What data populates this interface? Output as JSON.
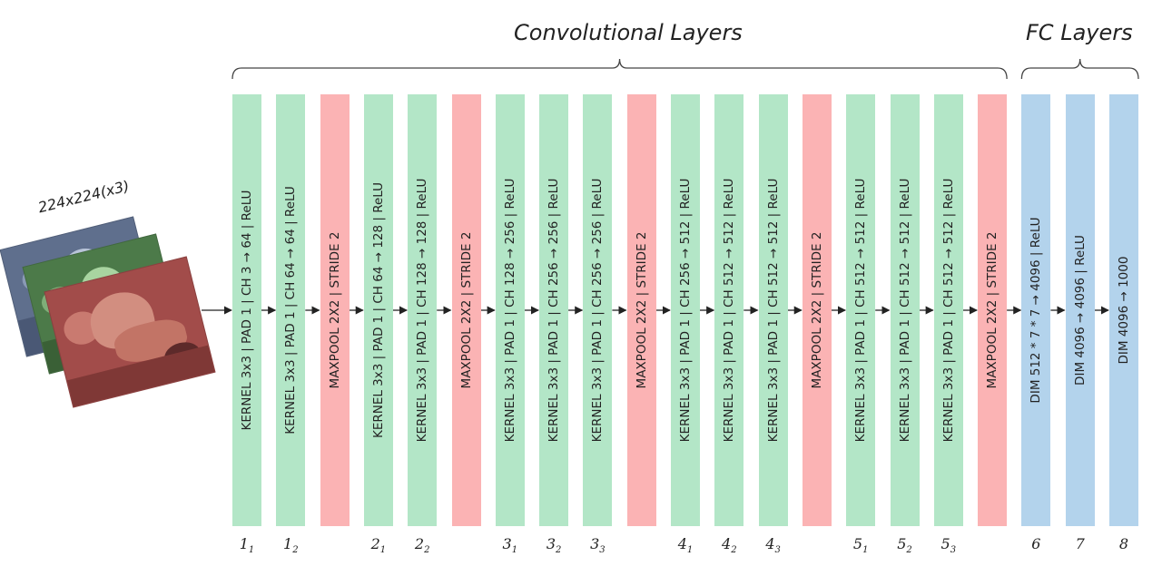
{
  "input": {
    "label": "224x224(x3)"
  },
  "groups": {
    "conv": "Convolutional Layers",
    "fc": "FC Layers"
  },
  "colors": {
    "conv": "#b3e6c7",
    "pool": "#fbb3b4",
    "fc": "#b3d3ec",
    "line": "#333333"
  },
  "layers": [
    {
      "type": "conv",
      "text": "KERNEL 3x3 | PAD 1 | CH  3 → 64 | ReLU",
      "index": "1",
      "sub": "1"
    },
    {
      "type": "conv",
      "text": "KERNEL 3x3 | PAD 1 | CH  64 → 64 | ReLU",
      "index": "1",
      "sub": "2"
    },
    {
      "type": "pool",
      "text": "MAXPOOL 2X2 | STRIDE 2",
      "index": "",
      "sub": ""
    },
    {
      "type": "conv",
      "text": "KERNEL 3x3 | PAD 1 | CH  64 → 128 | ReLU",
      "index": "2",
      "sub": "1"
    },
    {
      "type": "conv",
      "text": "KERNEL 3x3 | PAD 1 | CH  128 → 128 | ReLU",
      "index": "2",
      "sub": "2"
    },
    {
      "type": "pool",
      "text": "MAXPOOL 2X2 | STRIDE 2",
      "index": "",
      "sub": ""
    },
    {
      "type": "conv",
      "text": "KERNEL 3x3 | PAD 1 | CH  128 → 256 | ReLU",
      "index": "3",
      "sub": "1"
    },
    {
      "type": "conv",
      "text": "KERNEL 3x3 | PAD 1 | CH  256 → 256 | ReLU",
      "index": "3",
      "sub": "2"
    },
    {
      "type": "conv",
      "text": "KERNEL 3x3 | PAD 1 | CH  256 → 256 | ReLU",
      "index": "3",
      "sub": "3"
    },
    {
      "type": "pool",
      "text": "MAXPOOL 2X2 | STRIDE 2",
      "index": "",
      "sub": ""
    },
    {
      "type": "conv",
      "text": "KERNEL 3x3 | PAD 1 | CH  256 → 512 | ReLU",
      "index": "4",
      "sub": "1"
    },
    {
      "type": "conv",
      "text": "KERNEL 3x3 | PAD 1 | CH  512 → 512 | ReLU",
      "index": "4",
      "sub": "2"
    },
    {
      "type": "conv",
      "text": "KERNEL 3x3 | PAD 1 | CH  512 → 512 | ReLU",
      "index": "4",
      "sub": "3"
    },
    {
      "type": "pool",
      "text": "MAXPOOL 2X2 | STRIDE 2",
      "index": "",
      "sub": ""
    },
    {
      "type": "conv",
      "text": "KERNEL 3x3 | PAD 1 | CH  512 → 512 | ReLU",
      "index": "5",
      "sub": "1"
    },
    {
      "type": "conv",
      "text": "KERNEL 3x3 | PAD 1 | CH  512 → 512 | ReLU",
      "index": "5",
      "sub": "2"
    },
    {
      "type": "conv",
      "text": "KERNEL 3x3 | PAD 1 | CH  512 → 512 | ReLU",
      "index": "5",
      "sub": "3"
    },
    {
      "type": "pool",
      "text": "MAXPOOL 2X2 | STRIDE 2",
      "index": "",
      "sub": ""
    },
    {
      "type": "fc",
      "text": "DIM 512 * 7 * 7 → 4096 | ReLU",
      "index": "6",
      "sub": ""
    },
    {
      "type": "fc",
      "text": "DIM 4096 → 4096 | ReLU",
      "index": "7",
      "sub": ""
    },
    {
      "type": "fc",
      "text": "DIM 4096 → 1000",
      "index": "8",
      "sub": ""
    }
  ]
}
